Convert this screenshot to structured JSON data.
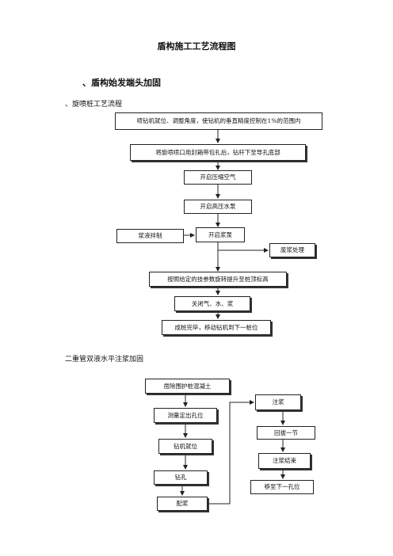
{
  "doc": {
    "title": "盾构施工工艺流程图",
    "section1": "、盾构始发端头加固",
    "sub1": "、旋喷桩工艺流程",
    "sub2": "二重管双液水平注浆加固"
  },
  "flow1": {
    "step1": "喷钻机就位、调整角度，使钻机的垂直精度控制在1%的范围内",
    "step2": "将旋喷喷口用封箱带包扎后，钻杆下至导孔底部",
    "step3": "开启压缩空气",
    "step4": "开启高压水泵",
    "side_left": "浆液拌制",
    "step5": "开启浆泵",
    "side_right": "废浆处理",
    "step6": "按照给定的技参数旋转提升至桩顶标高",
    "step7": "关闭气、水、浆",
    "step8": "成桩完毕，移动钻机到下一桩位"
  },
  "flow2": {
    "left": [
      "凿除围护桩混凝土",
      "测量定出孔位",
      "钻机就位",
      "钻孔",
      "配浆"
    ],
    "right": [
      "注浆",
      "回拔一节",
      "注浆结束",
      "移至下一孔位"
    ]
  }
}
